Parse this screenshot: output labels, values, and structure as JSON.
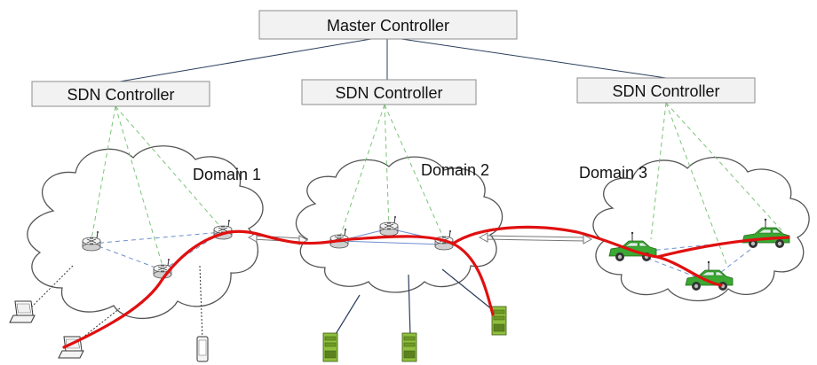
{
  "master_controller": {
    "label": "Master Controller"
  },
  "sdn_controllers": [
    {
      "label": "SDN Controller"
    },
    {
      "label": "SDN Controller"
    },
    {
      "label": "SDN Controller"
    }
  ],
  "domains": [
    {
      "label": "Domain 1"
    },
    {
      "label": "Domain 2"
    },
    {
      "label": "Domain 3"
    }
  ],
  "colors": {
    "path": "#e01010",
    "controller_link": "#7cc47a",
    "device_link": "#6d8fcf",
    "vehicle": "#3aa832",
    "router": "#e8e8e8",
    "server": "#8fbf3c"
  },
  "icons": {
    "router": "router-icon",
    "server": "server-icon",
    "laptop": "laptop-icon",
    "phone": "phone-icon",
    "car": "car-icon"
  }
}
